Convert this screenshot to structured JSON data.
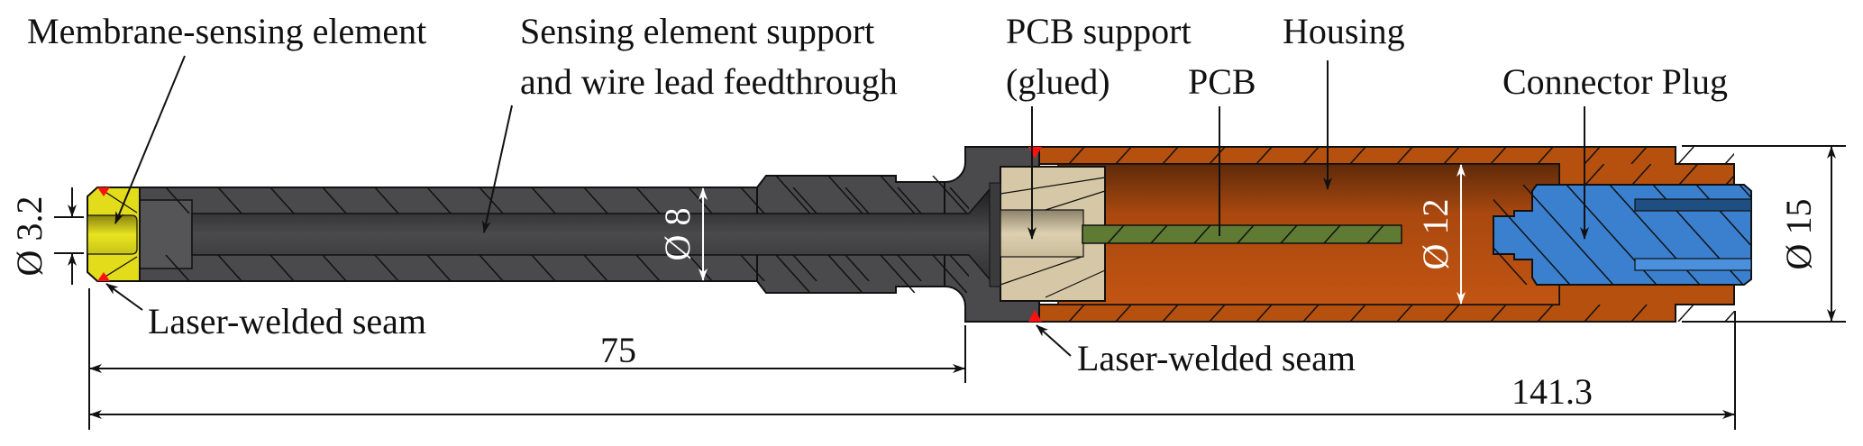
{
  "figure": {
    "title": "Pressure sensor cross-section",
    "labels": {
      "membrane": "Membrane-sensing element",
      "support_line1": "Sensing element support",
      "support_line2": "and wire lead feedthrough",
      "pcb_support_line1": "PCB support",
      "pcb_support_line2": "(glued)",
      "pcb": "PCB",
      "housing": "Housing",
      "connector": "Connector Plug",
      "weld_left": "Laser-welded seam",
      "weld_right": "Laser-welded seam"
    },
    "dimensions": {
      "tip_diameter": "Ø 3.2",
      "tube_diameter": "Ø 8",
      "housing_bore_diameter": "Ø 12",
      "housing_outer_diameter": "Ø 15",
      "support_length": "75",
      "total_length": "141.3"
    },
    "colors": {
      "steel": "#4a4a4c",
      "steel_dark": "#2e2e30",
      "membrane": "#e6e21a",
      "pcb_support": "#d6c8a6",
      "pcb": "#5f7a32",
      "housing": "#b5500f",
      "housing_bore": "#9a4210",
      "connector": "#3a80cf",
      "connector_dark": "#1f4f80",
      "weld": "#ff1010",
      "line": "#111111"
    }
  }
}
